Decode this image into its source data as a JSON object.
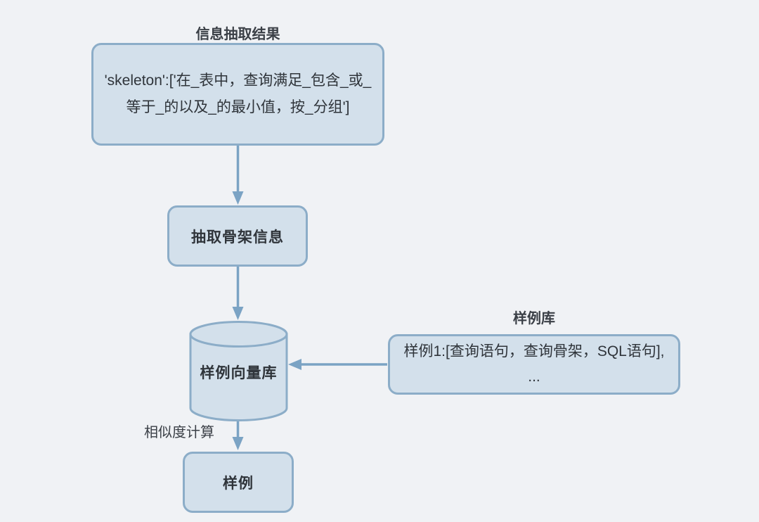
{
  "palette": {
    "bg": "#f0f2f5",
    "node_fill": "#d3e0eb",
    "node_border": "#8cadc8",
    "arrow": "#7ba3c4",
    "text": "#2f343a",
    "label_text": "#3a3f46"
  },
  "diagram": {
    "extraction_result": {
      "title": "信息抽取结果",
      "lines": [
        "'skeleton':['在_表中，查询满足_包含_或_",
        "等于_的以及_的最小值，按_分组']"
      ]
    },
    "extract_skeleton": {
      "label": "抽取骨架信息"
    },
    "vector_store": {
      "label": "样例向量库"
    },
    "sample_library": {
      "title": "样例库",
      "lines": [
        "样例1:[查询语句，查询骨架，SQL语句],",
        "..."
      ]
    },
    "similarity_edge": {
      "label": "相似度计算"
    },
    "sample_node": {
      "label": "样例"
    }
  }
}
